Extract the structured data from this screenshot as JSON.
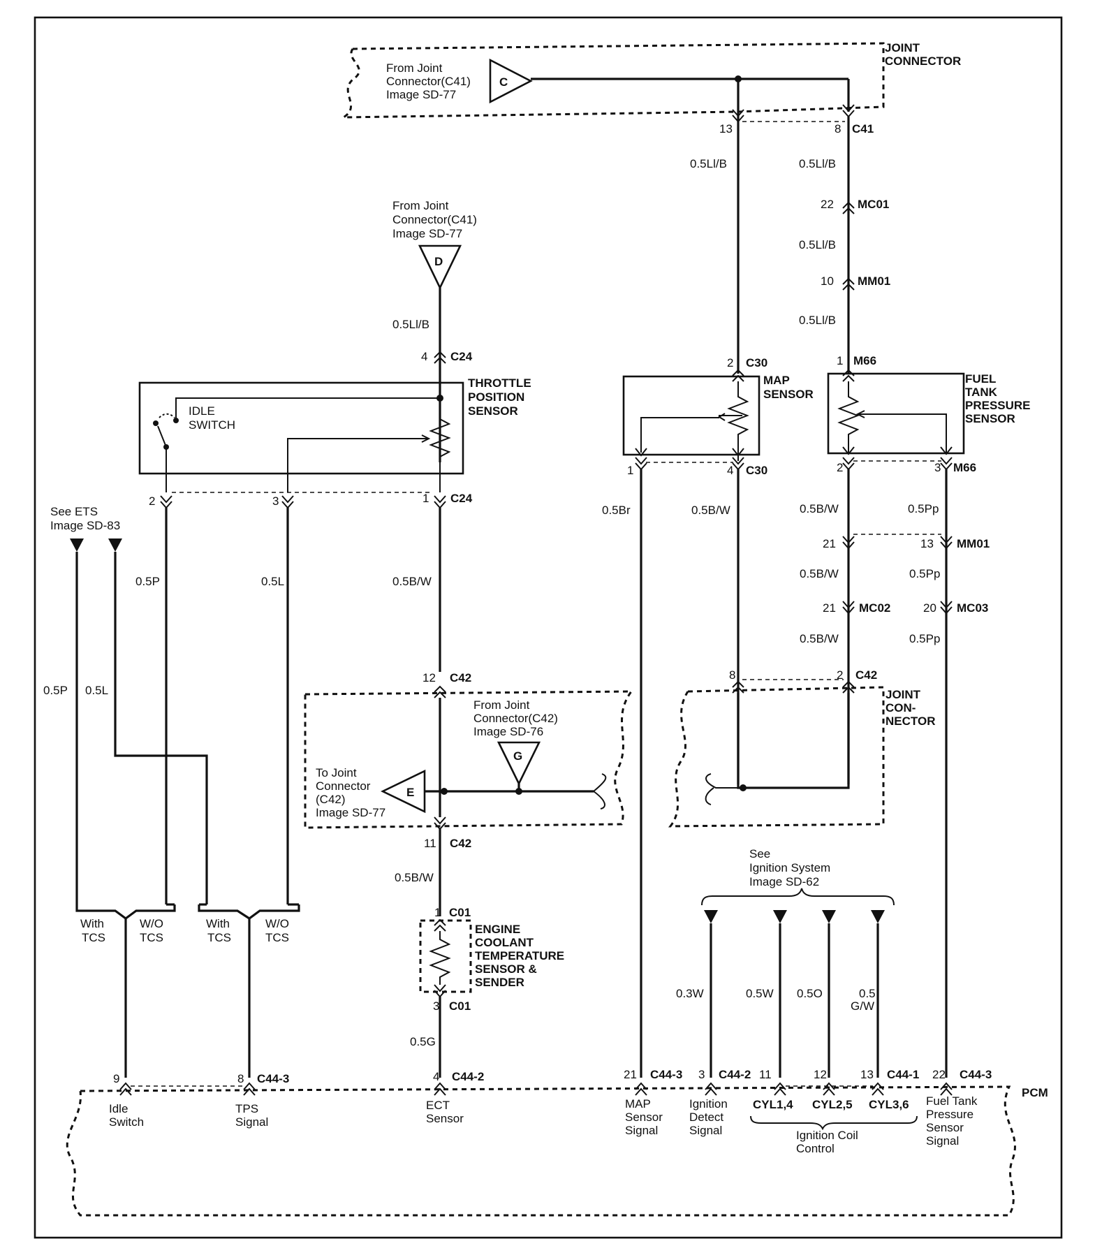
{
  "joint_c": {
    "source": [
      "From Joint",
      "Connector(C41)",
      "Image  SD-77"
    ],
    "letter": "C",
    "title": [
      "JOINT",
      "CONNECTOR"
    ]
  },
  "c41": {
    "pin_a": "13",
    "pin_b": "8",
    "name": "C41"
  },
  "wires": {
    "lb1": "0.5Ll/B",
    "lb2": "0.5Ll/B",
    "lb3": "0.5Ll/B",
    "lb4": "0.5Ll/B",
    "lb5": "0.5Ll/B",
    "br": "0.5Br",
    "bw_map": "0.5B/W",
    "bw1": "0.5B/W",
    "bw2": "0.5B/W",
    "bw3": "0.5B/W",
    "pp1": "0.5Pp",
    "pp2": "0.5Pp",
    "pp3": "0.5Pp",
    "tps_bw": "0.5B/W",
    "ect_bw": "0.5B/W",
    "ect_g": "0.5G",
    "p_tps": "0.5P",
    "l_tps": "0.5L",
    "p_ets": "0.5P",
    "l_ets": "0.5L",
    "w3": "0.3W",
    "w5": "0.5W",
    "o5": "0.5O",
    "gw": [
      "0.5",
      "G/W"
    ]
  },
  "connectors": {
    "mc01_pin": "22",
    "mc01": "MC01",
    "mm01_pin": "10",
    "mm01": "MM01",
    "m66_pin": "1",
    "m66": "M66",
    "c30_top_pin": "2",
    "c30": "C30",
    "c30_b1": "1",
    "c30_b4": "4",
    "m66_b2": "2",
    "m66_b3": "3",
    "mm01_b21": "21",
    "mm01_b13": "13",
    "mc02_pin": "21",
    "mc02": "MC02",
    "mc03_pin": "20",
    "mc03": "MC03",
    "c42r_8": "8",
    "c42r_2": "2",
    "c42": "C42",
    "c24_top_pin": "4",
    "c24": "C24",
    "c24_b2": "2",
    "c24_b3": "3",
    "c24_b1": "1",
    "c42_12": "12",
    "c42_11": "11",
    "c01_1": "1",
    "c01": "C01",
    "c01_3": "3"
  },
  "joint_d": {
    "source": [
      "From Joint",
      "Connector(C41)",
      "Image SD-77"
    ],
    "letter": "D"
  },
  "tps": {
    "title": [
      "THROTTLE",
      "POSITION",
      "SENSOR"
    ],
    "idle": [
      "IDLE",
      "SWITCH"
    ]
  },
  "map": {
    "title": [
      "MAP",
      "SENSOR"
    ]
  },
  "fuel": {
    "title": [
      "FUEL",
      "TANK",
      "PRESSURE",
      "SENSOR"
    ]
  },
  "joint_g": {
    "source": [
      "From Joint",
      "Connector(C42)",
      "Image   SD-76"
    ],
    "letter": "G"
  },
  "joint_e": {
    "dest": [
      "To Joint",
      "Connector",
      "(C42)",
      "Image SD-77"
    ],
    "letter": "E"
  },
  "joint_r": {
    "title": [
      "JOINT",
      "CON-",
      "NECTOR"
    ]
  },
  "ets": {
    "ref": [
      "See ETS",
      "Image  SD-83"
    ]
  },
  "ect": {
    "title": [
      "ENGINE",
      "COOLANT",
      "TEMPERATURE",
      "SENSOR &",
      "SENDER"
    ]
  },
  "ign": {
    "ref": [
      "See",
      "Ignition System",
      "Image SD-62"
    ]
  },
  "tcs": {
    "with": [
      "With",
      "TCS"
    ],
    "wo": [
      "W/O",
      "TCS"
    ]
  },
  "pcm": {
    "name": "PCM",
    "idle_pin": "9",
    "idle": [
      "Idle",
      "Switch"
    ],
    "tps_pin": "8",
    "c443a": "C44-3",
    "tps": [
      "TPS",
      "Signal"
    ],
    "ect_pin": "4",
    "c442a": "C44-2",
    "ect": [
      "ECT",
      "Sensor"
    ],
    "map_pin": "21",
    "c443b": "C44-3",
    "map": [
      "MAP",
      "Sensor",
      "Signal"
    ],
    "ign_pin": "3",
    "c442b": "C44-2",
    "ign": [
      "Ignition",
      "Detect",
      "Signal"
    ],
    "cyl14_pin": "11",
    "cyl14": "CYL1,4",
    "cyl25_pin": "12",
    "cyl25": "CYL2,5",
    "cyl36_pin": "13",
    "c441": "C44-1",
    "cyl36": "CYL3,6",
    "coil": [
      "Ignition Coil",
      "Control"
    ],
    "fuel_pin": "22",
    "c443c": "C44-3",
    "fuel": [
      "Fuel Tank",
      "Pressure",
      "Sensor",
      "Signal"
    ]
  }
}
